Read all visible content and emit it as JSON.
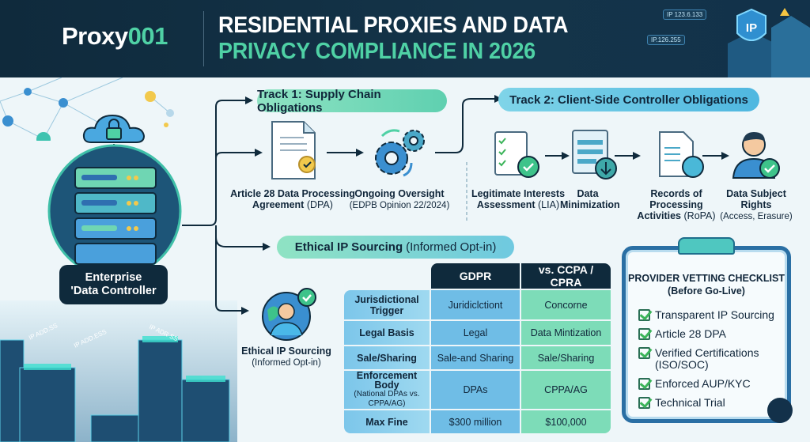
{
  "header": {
    "brand_prefix": "Proxy",
    "brand_suffix": "001",
    "title_line1": "RESIDENTIAL PROXIES AND DATA",
    "title_line2": "PRIVACY COMPLIANCE IN 2026",
    "ip_tags": [
      "IP 123.6.133",
      "IP.126.255"
    ],
    "shield_label": "IP"
  },
  "controller": {
    "line1": "Enterprise",
    "line2": "'Data Controller"
  },
  "server_tags": [
    "IP ADD.SS",
    "IP ADD.ESS",
    "IP ADR SS"
  ],
  "track1": {
    "label": "Track 1: Supply Chain Obligations",
    "items": [
      {
        "title": "Article 28 Data Processing",
        "title2": "Agreement",
        "sub": "(DPA)"
      },
      {
        "title": "Ongoing Oversight",
        "sub": "(EDPB Opinion 22/2024)"
      }
    ]
  },
  "track2": {
    "label": "Track 2: Client-Side Controller Obligations",
    "items": [
      {
        "title": "Legitimate Interests",
        "title2": "Assessment",
        "sub": "(LIA)"
      },
      {
        "title": "Data Minimization"
      },
      {
        "title": "Records of Processing",
        "title2": "Activities",
        "sub": "(RoPA)"
      },
      {
        "title": "Data Subject Rights",
        "sub": "(Access, Erasure)"
      }
    ]
  },
  "ethical": {
    "pill_bold": "Ethical IP Sourcing",
    "pill_rest": "(Informed Opt-in)",
    "title": "Ethical IP Sourcing",
    "sub": "(Informed Opt-in)"
  },
  "table": {
    "header_gdpr": "GDPR",
    "header_ccpa": "vs.  CCPA / CPRA",
    "rows": [
      {
        "label": "Jurisdictional Trigger",
        "gdpr": "Juridiclctiont",
        "ccpa": "Concorne"
      },
      {
        "label": "Legal Basis",
        "gdpr": "Legal",
        "ccpa": "Data Mintization"
      },
      {
        "label": "Sale/Sharing",
        "gdpr": "Sale-and Sharing",
        "ccpa": "Sale/Sharing"
      },
      {
        "label": "Enforcement Body",
        "sublabel": "(National DPAs vs. CPPA/AG)",
        "gdpr": "DPAs",
        "ccpa": "CPPA/AG"
      },
      {
        "label": "Max Fine",
        "gdpr": "$300 million",
        "ccpa": "$100,000"
      }
    ]
  },
  "checklist": {
    "title": "PROVIDER VETTING CHECKLIST",
    "subtitle": "(Before Go-Live)",
    "items": [
      "Transparent IP Sourcing",
      "Article 28 DPA",
      "Verified Certifications (ISO/SOC)",
      "Enforced AUP/KYC",
      "Technical Trial"
    ]
  }
}
